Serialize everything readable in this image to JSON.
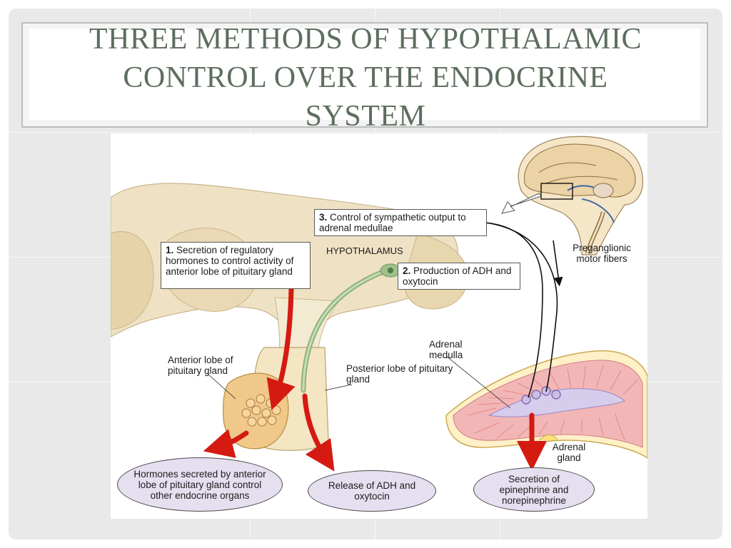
{
  "title": "THREE METHODS OF HYPOTHALAMIC CONTROL OVER THE ENDOCRINE SYSTEM",
  "diagram": {
    "hypothalamus_label": "HYPOTHALAMUS",
    "method1": {
      "number": "1.",
      "text": "Secretion of regulatory hormones to control activity of anterior lobe of pituitary gland"
    },
    "method2": {
      "number": "2.",
      "text": "Production of ADH and oxytocin"
    },
    "method3": {
      "number": "3.",
      "text": "Control of sympathetic output to adrenal medullae"
    },
    "preganglionic_label": "Preganglionic motor fibers",
    "anterior_lobe_label": "Anterior lobe of pituitary gland",
    "posterior_lobe_label": "Posterior lobe of pituitary gland",
    "adrenal_medulla_label": "Adrenal medulla",
    "adrenal_gland_label": "Adrenal gland",
    "outcome1": "Hormones secreted by anterior lobe of pituitary gland control other endocrine organs",
    "outcome2": "Release of ADH and oxytocin",
    "outcome3": "Secretion of epinephrine and norepinephrine"
  },
  "colors": {
    "title_text": "#5d6d5e",
    "arrow_red": "#d51a12",
    "neuron_green": "#a9c79a",
    "outcome_fill": "#e6dff0",
    "tissue_tan": "#efe2c4",
    "adrenal_pink": "#f3b6b6"
  }
}
